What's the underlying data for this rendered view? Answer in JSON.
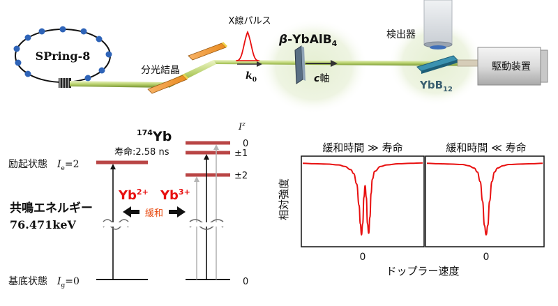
{
  "setup": {
    "ring_label": "SPring-8",
    "crystal_label": "分光結晶",
    "pulse_label": "X線パルス",
    "sample_prefix": "β",
    "sample_name": "-YbAlB",
    "sample_sub": "4",
    "k_label": "k",
    "k_sub": "0",
    "c_label": "c",
    "c_suffix": "軸",
    "detector_label": "検出器",
    "ref_name": "YbB",
    "ref_sub": "12",
    "drive_label": "駆動装置"
  },
  "levels": {
    "isotope_mass": "174",
    "element": "Yb",
    "lifetime": "寿命:2.58 ns",
    "iz_label": "I",
    "iz_sup": "z",
    "excited_label": "励起状態",
    "excited_I": "I",
    "excited_sub": "e",
    "excited_val": "=2",
    "ground_label": "基底状態",
    "ground_I": "I",
    "ground_sub": "g",
    "ground_val": "=0",
    "resonance_label": "共鳴エネルギー",
    "resonance_value": "76.471keV",
    "yb2": "Yb",
    "yb2_charge": "2+",
    "yb3": "Yb",
    "yb3_charge": "3+",
    "relax_label": "緩和",
    "iz_values": [
      "0",
      "±1",
      "±2",
      "0"
    ]
  },
  "spectra": {
    "ylabel": "相対強度",
    "xlabel": "ドップラー速度",
    "left_title": "緩和時間 ≫ 寿命",
    "right_title": "緩和時間 ≪ 寿命",
    "left_zero": "0",
    "right_zero": "0"
  },
  "chart_data": [
    {
      "type": "line",
      "title": "緩和時間 ≫ 寿命",
      "xlabel": "ドップラー速度",
      "ylabel": "相対強度",
      "x_ticks": [
        "0"
      ],
      "x": [
        -10,
        -8,
        -6,
        -4,
        -3,
        -2,
        -1.5,
        -1,
        -0.6,
        -0.4,
        -0.2,
        0,
        0.2,
        0.4,
        0.6,
        0.8,
        1,
        1.2,
        1.4,
        1.6,
        2,
        3,
        4,
        6,
        8,
        10
      ],
      "series": [
        {
          "values": [
            0.98,
            0.975,
            0.97,
            0.96,
            0.94,
            0.9,
            0.85,
            0.72,
            0.45,
            0.22,
            0.08,
            0.22,
            0.55,
            0.7,
            0.55,
            0.22,
            0.1,
            0.3,
            0.6,
            0.78,
            0.88,
            0.94,
            0.96,
            0.975,
            0.98,
            0.985
          ]
        }
      ],
      "grid": false,
      "color": "#e81010"
    },
    {
      "type": "line",
      "title": "緩和時間 ≪ 寿命",
      "xlabel": "ドップラー速度",
      "ylabel": "相対強度",
      "x_ticks": [
        "0"
      ],
      "x": [
        -10,
        -8,
        -6,
        -4,
        -3,
        -2,
        -1.5,
        -1,
        -0.6,
        -0.3,
        0,
        0.3,
        0.6,
        1,
        1.5,
        2,
        3,
        4,
        6,
        8,
        10
      ],
      "series": [
        {
          "values": [
            0.98,
            0.975,
            0.97,
            0.965,
            0.95,
            0.92,
            0.87,
            0.75,
            0.5,
            0.2,
            0.08,
            0.2,
            0.5,
            0.75,
            0.87,
            0.92,
            0.95,
            0.965,
            0.97,
            0.975,
            0.98
          ]
        }
      ],
      "grid": false,
      "color": "#e81010"
    }
  ]
}
